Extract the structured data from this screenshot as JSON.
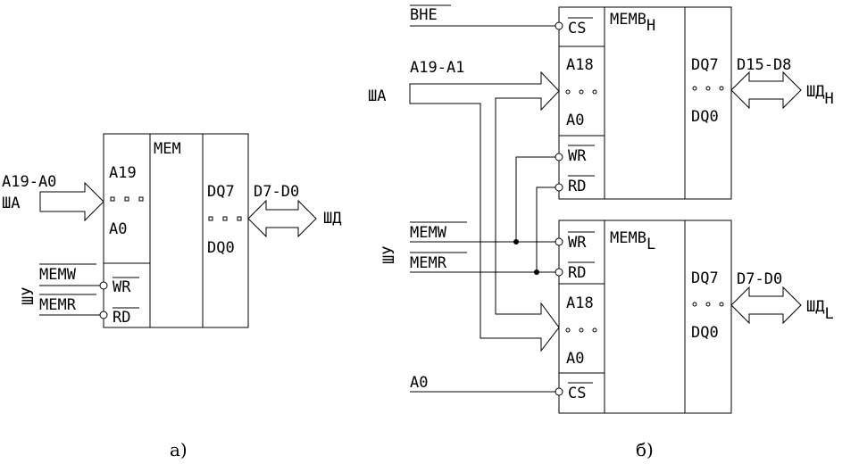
{
  "diagram_a": {
    "chip_label": "MEM",
    "addr_top": "A19",
    "addr_bottom": "A0",
    "data_top": "DQ7",
    "data_bottom": "DQ0",
    "wr_pin": "WR",
    "rd_pin": "RD",
    "addr_bus_label": "A19-A0",
    "addr_bus_name": "ША",
    "data_bus_label": "D7-D0",
    "data_bus_name": "ШД",
    "control_bus_name": "ШУ",
    "memw_signal": "MEMW",
    "memr_signal": "MEMR",
    "caption": "а)"
  },
  "diagram_b": {
    "bhe_signal": "BHE",
    "addr_bus_label": "A19-A1",
    "addr_bus_name": "ША",
    "control_bus_name": "ШУ",
    "memw_signal": "MEMW",
    "memr_signal": "MEMR",
    "a0_signal": "A0",
    "caption": "б)",
    "chip_high": {
      "label_main": "MEMB",
      "label_sub": "H",
      "cs_pin": "CS",
      "addr_top": "A18",
      "addr_bottom": "A0",
      "wr_pin": "WR",
      "rd_pin": "RD",
      "data_top": "DQ7",
      "data_bottom": "DQ0",
      "data_bus_label": "D15-D8",
      "data_bus_name_main": "ШД",
      "data_bus_name_sub": "H"
    },
    "chip_low": {
      "label_main": "MEMB",
      "label_sub": "L",
      "cs_pin": "CS",
      "addr_top": "A18",
      "addr_bottom": "A0",
      "wr_pin": "WR",
      "rd_pin": "RD",
      "data_top": "DQ7",
      "data_bottom": "DQ0",
      "data_bus_label": "D7-D0",
      "data_bus_name_main": "ШД",
      "data_bus_name_sub": "L"
    }
  }
}
